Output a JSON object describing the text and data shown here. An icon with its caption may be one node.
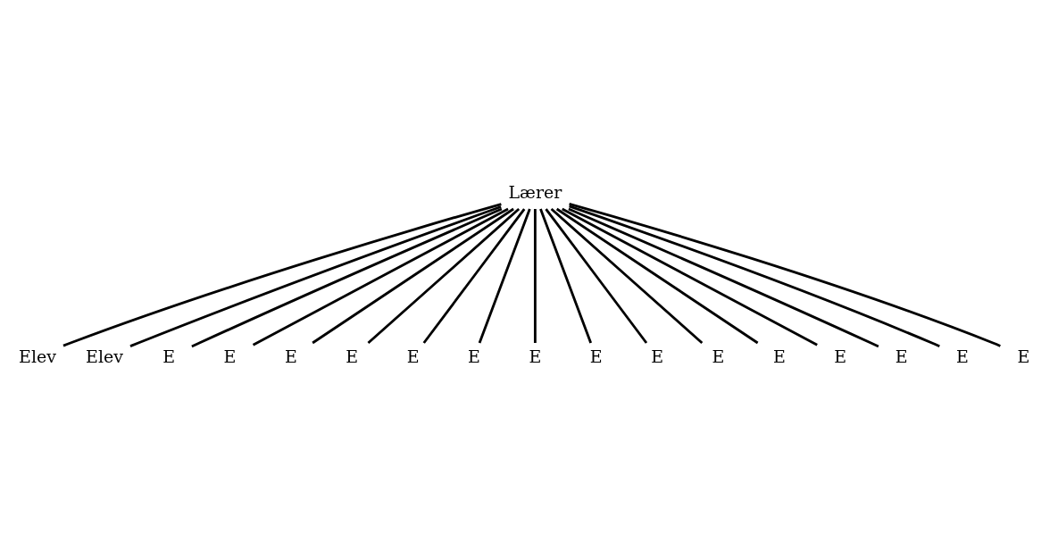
{
  "diagram": {
    "nodes": [
      {
        "text": [
          "Lærer"
        ]
      },
      {
        "text": [
          "Elev"
        ]
      },
      {
        "text": [
          "Elev"
        ]
      },
      {
        "text": [
          "E"
        ]
      },
      {
        "text": [
          "E"
        ]
      },
      {
        "text": [
          "E"
        ]
      },
      {
        "text": [
          "E"
        ]
      },
      {
        "text": [
          "E"
        ]
      },
      {
        "text": [
          "E"
        ]
      },
      {
        "text": [
          "E"
        ]
      },
      {
        "text": [
          "E"
        ]
      },
      {
        "text": [
          "E"
        ]
      },
      {
        "text": [
          "E"
        ]
      },
      {
        "text": [
          "E"
        ]
      },
      {
        "text": [
          "E"
        ]
      },
      {
        "text": [
          "E"
        ]
      },
      {
        "text": [
          "E"
        ]
      },
      {
        "text": [
          "E"
        ]
      }
    ],
    "edges": [
      {
        "from": 0,
        "to": 1,
        "arrow": "none"
      },
      {
        "from": 0,
        "to": 2,
        "arrow": "none"
      },
      {
        "from": 0,
        "to": 3,
        "arrow": "none"
      },
      {
        "from": 0,
        "to": 4,
        "arrow": "none"
      },
      {
        "from": 0,
        "to": 5,
        "arrow": "none"
      },
      {
        "from": 0,
        "to": 6,
        "arrow": "none"
      },
      {
        "from": 0,
        "to": 7,
        "arrow": "none"
      },
      {
        "from": 0,
        "to": 8,
        "arrow": "none"
      },
      {
        "from": 0,
        "to": 9,
        "arrow": "none"
      },
      {
        "from": 0,
        "to": 10,
        "arrow": "none"
      },
      {
        "from": 0,
        "to": 11,
        "arrow": "none"
      },
      {
        "from": 0,
        "to": 12,
        "arrow": "none"
      },
      {
        "from": 0,
        "to": 13,
        "arrow": "none"
      },
      {
        "from": 0,
        "to": 14,
        "arrow": "none"
      },
      {
        "from": 0,
        "to": 15,
        "arrow": "none"
      },
      {
        "from": 0,
        "to": 16,
        "arrow": "none"
      },
      {
        "from": 0,
        "to": 17,
        "arrow": "none"
      }
    ]
  }
}
